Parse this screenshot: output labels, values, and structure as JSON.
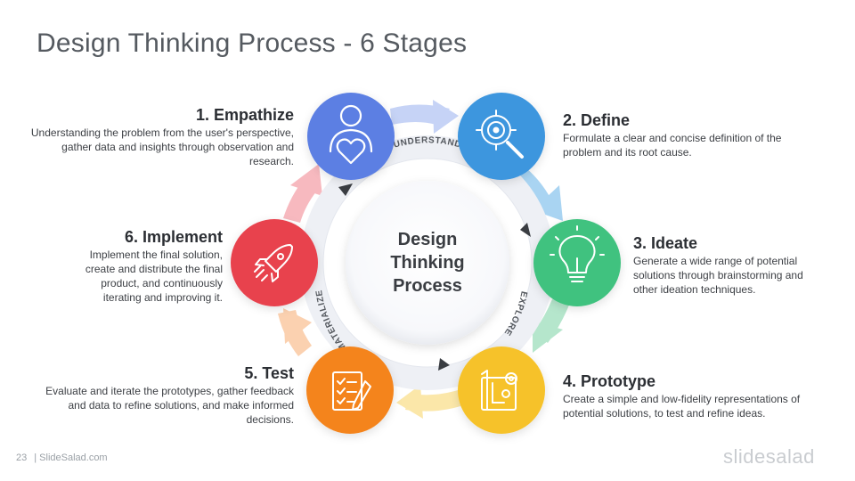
{
  "title": "Design Thinking Process - 6 Stages",
  "center": {
    "line1": "Design",
    "line2": "Thinking",
    "line3": "Process"
  },
  "phases": {
    "understand": "UNDERSTAND",
    "explore": "EXPLORE",
    "materialize": "MATERIALIZE"
  },
  "stages": [
    {
      "heading": "1. Empathize",
      "description": "Understanding the problem from the user's perspective, gather data and insights through observation and research.",
      "color": "#5b7fe3",
      "icon": "heart-person-icon"
    },
    {
      "heading": "2. Define",
      "description": "Formulate a clear and concise definition of the problem and its root cause.",
      "color": "#3d96de",
      "icon": "target-magnifier-icon"
    },
    {
      "heading": "3. Ideate",
      "description": "Generate a wide range of potential solutions through brainstorming and other ideation techniques.",
      "color": "#3fc27f",
      "icon": "lightbulb-icon"
    },
    {
      "heading": "4. Prototype",
      "description": "Create a simple and low-fidelity representations of potential solutions, to test and refine ideas.",
      "color": "#f6c22a",
      "icon": "blueprint-gears-icon"
    },
    {
      "heading": "5. Test",
      "description": "Evaluate and iterate the prototypes, gather feedback and data to refine solutions, and make informed decisions.",
      "color": "#f4841f",
      "icon": "checklist-pencil-icon"
    },
    {
      "heading": "6. Implement",
      "description": "Implement the final solution, create and distribute the final product, and continuously iterating and improving it.",
      "color": "#e8424e",
      "icon": "rocket-icon"
    }
  ],
  "footer": {
    "page": "23",
    "site": "| SlideSalad.com"
  },
  "brand": "slidesalad"
}
